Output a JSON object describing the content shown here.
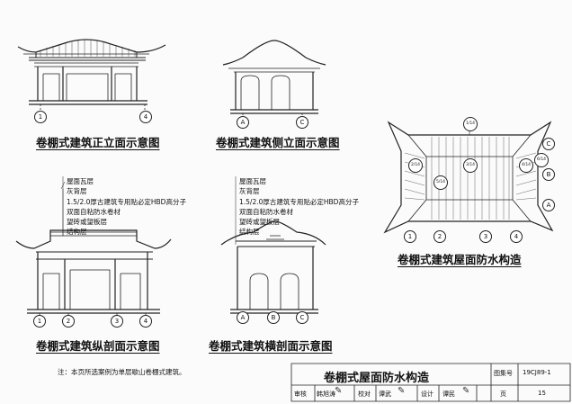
{
  "drawings": {
    "front_elevation": {
      "caption": "卷棚式建筑正立面示意图",
      "axes": [
        "1",
        "4"
      ]
    },
    "side_elevation": {
      "caption": "卷棚式建筑侧立面示意图",
      "axes": [
        "A",
        "C"
      ]
    },
    "longitudinal_section": {
      "caption": "卷棚式建筑纵剖面示意图",
      "axes": [
        "1",
        "2",
        "3",
        "4"
      ]
    },
    "cross_section": {
      "caption": "卷棚式建筑横剖面示意图",
      "axes": [
        "A",
        "B",
        "C"
      ]
    },
    "roof_plan": {
      "caption": "卷棚式建筑屋面防水构造",
      "axes_bottom": [
        "1",
        "2",
        "3",
        "4"
      ],
      "axes_right": [
        "A",
        "B",
        "C"
      ],
      "detail_marks": [
        "1/14",
        "2/14",
        "3/14",
        "4/14",
        "5/14",
        "6/14"
      ]
    }
  },
  "layer_labels": [
    "屋面瓦层",
    "灰背层",
    "1.5/2.0厚古建筑专用贴必定HBD高分子",
    "双面自粘防水卷材",
    "望砖或望板层",
    "结构层"
  ],
  "note": "注：本页所选案例为单层歇山卷棚式建筑。",
  "title_block": {
    "title": "卷棚式屋面防水构造",
    "atlas_label": "图集号",
    "atlas_no": "19CJ89-1",
    "review_label": "审核",
    "reviewer": "韩旭涛",
    "check_label": "校对",
    "checker": "谭武",
    "design_label": "设计",
    "designer": "谭民",
    "page_label": "页",
    "page_no": "15"
  }
}
